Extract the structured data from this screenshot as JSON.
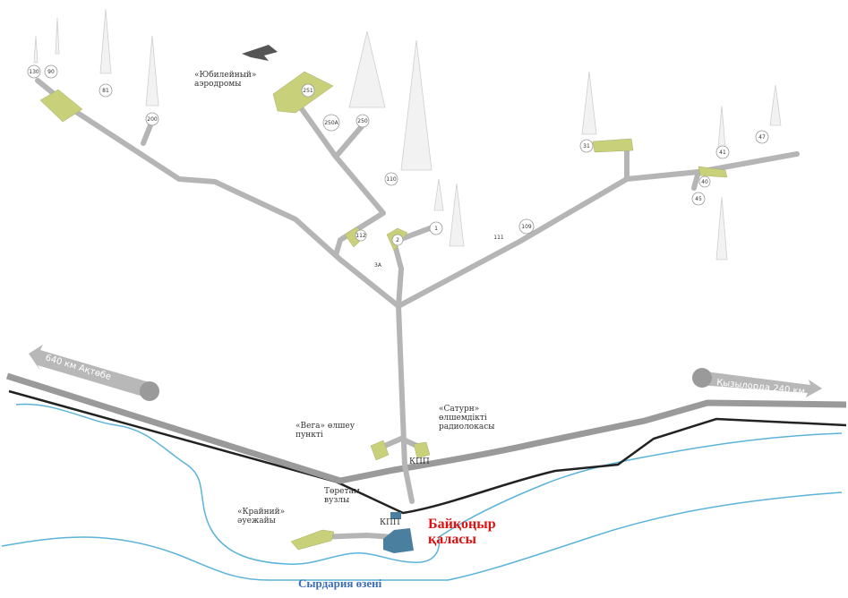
{
  "labels": {
    "airfield": "«Юбилейный» аэродромы",
    "vega": "«Вега» өлшеу пункті",
    "saturn": "«Сатурн» өлшемдікті радиолокасы",
    "checkpoint_top": "КПП",
    "torettam": "Төретам вузлы",
    "checkpoint_bottom": "КПП",
    "krainiy": "«Крайний» әуежайы",
    "city_line1": "Байқоңыр",
    "city_line2": "қаласы",
    "river": "Сырдария өзені",
    "road_left": "640 км Ақтөбе",
    "road_right": "Қызылорда 240 км"
  },
  "sites": [
    "130",
    "90",
    "81",
    "200",
    "251",
    "250A",
    "250",
    "110",
    "112",
    "1",
    "2",
    "109",
    "31",
    "41",
    "47",
    "40",
    "45",
    "111",
    "3A"
  ],
  "colors": {
    "road": "#b5b5b5",
    "highway": "#9a9a9a",
    "rail": "#222222",
    "site": "#c9d07a",
    "river": "#5bb3d9",
    "city": "#4a7fa0",
    "city_text": "#e01010",
    "river_text": "#3a6db3"
  }
}
